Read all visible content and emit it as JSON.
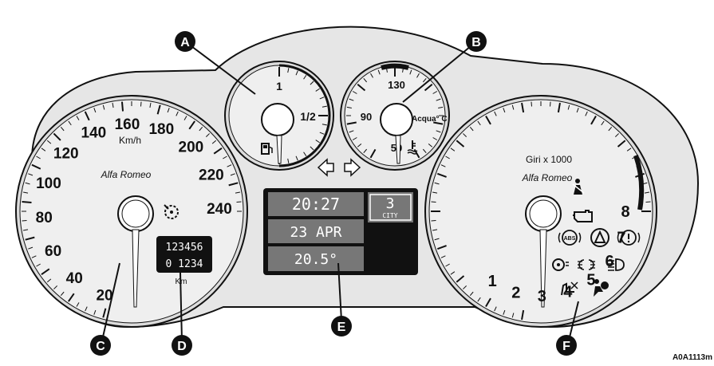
{
  "callouts": {
    "a": "A",
    "b": "B",
    "c": "C",
    "d": "D",
    "e": "E",
    "f": "F"
  },
  "fuel_gauge": {
    "label_full": "1",
    "label_half": "1/2"
  },
  "temp_gauge": {
    "label_90": "90",
    "label_130": "130",
    "label_50": "50",
    "unit": "Acqua° C"
  },
  "speedometer": {
    "unit": "Km/h",
    "brand": "Alfa Romeo",
    "labels": [
      "20",
      "40",
      "60",
      "80",
      "100",
      "120",
      "140",
      "160",
      "180",
      "200",
      "220",
      "240"
    ],
    "odometer_total": "123456",
    "odometer_trip": "0 1234",
    "odometer_unit": "Km"
  },
  "tachometer": {
    "unit": "Giri x 1000",
    "brand": "Alfa Romeo",
    "labels": [
      "1",
      "2",
      "3",
      "4",
      "5",
      "6",
      "7",
      "8"
    ]
  },
  "display": {
    "time": "20:27",
    "gear": "3",
    "mode": "CITY",
    "date": "23 APR",
    "temperature": "20.5°"
  },
  "warning_lights": {
    "abs": "ABS"
  },
  "figure_code": "A0A1113m"
}
